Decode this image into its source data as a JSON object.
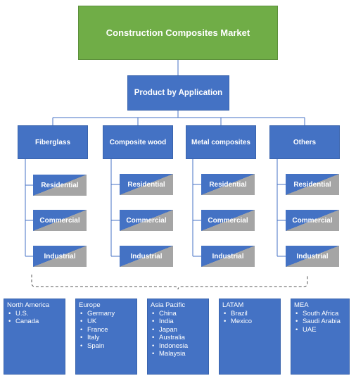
{
  "root": {
    "title": "Construction Composites Market"
  },
  "segment": {
    "title": "Product by Application"
  },
  "categories": [
    {
      "label": "Fiberglass",
      "subs": [
        "Residential",
        "Commercial",
        "Industrial"
      ]
    },
    {
      "label": "Composite wood",
      "subs": [
        "Residential",
        "Commercial",
        "Industrial"
      ]
    },
    {
      "label": "Metal composites",
      "subs": [
        "Residential",
        "Commercial",
        "Industrial"
      ]
    },
    {
      "label": "Others",
      "subs": [
        "Residential",
        "Commercial",
        "Industrial"
      ]
    }
  ],
  "regions": [
    {
      "name": "North America",
      "items": [
        "U.S.",
        "Canada"
      ]
    },
    {
      "name": "Europe",
      "items": [
        "Germany",
        "UK",
        "France",
        "Italy",
        "Spain"
      ]
    },
    {
      "name": "Asia Pacific",
      "items": [
        "China",
        "India",
        "Japan",
        "Australia",
        "Indonesia",
        "Malaysia"
      ]
    },
    {
      "name": "LATAM",
      "items": [
        "Brazil",
        "Mexico"
      ]
    },
    {
      "name": "MEA",
      "items": [
        "South Africa",
        "Saudi Arabia",
        "UAE"
      ]
    }
  ],
  "colors": {
    "root": "#70ad47",
    "node": "#4472c4",
    "accent": "#a5a5a5",
    "line": "#4472c4"
  }
}
